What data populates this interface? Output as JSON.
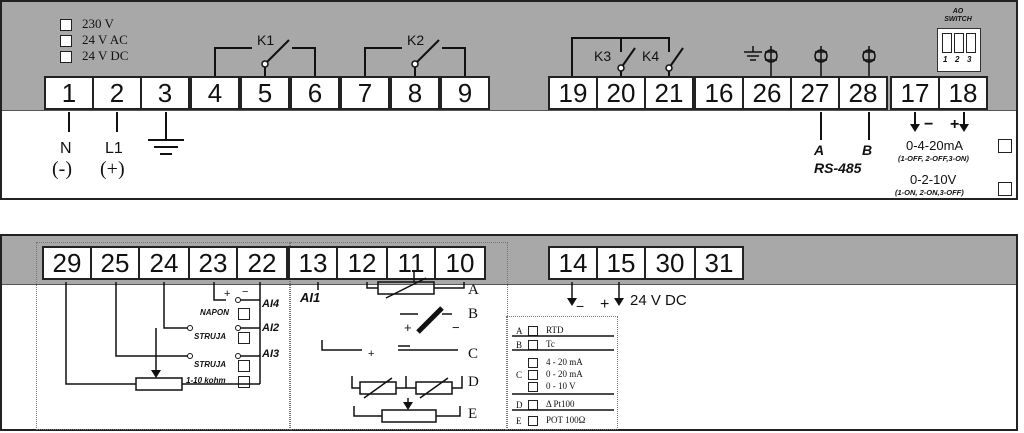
{
  "top": {
    "supply_options": [
      "230 V",
      "24 V AC",
      "24 V DC"
    ],
    "terminals_group1": [
      "1",
      "2",
      "3",
      "4",
      "5",
      "6",
      "7",
      "8",
      "9"
    ],
    "terminals_group2": [
      "19",
      "20",
      "21",
      "16",
      "26",
      "27",
      "28",
      "17",
      "18"
    ],
    "relay_k1": "K1",
    "relay_k2": "K2",
    "relay_k3": "K3",
    "relay_k4": "K4",
    "n_label": "N",
    "n_sign": "(-)",
    "l1_label": "L1",
    "l1_sign": "(+)",
    "ao_switch_title": "AO\nSWITCH",
    "ao_switch_numbers": [
      "1",
      "2",
      "3"
    ],
    "rs485_a": "A",
    "rs485_b": "B",
    "rs485_label": "RS-485",
    "ao_minus": "−",
    "ao_plus": "+",
    "ao_range1": "0-4-20mA",
    "ao_range1_cfg": "(1-OFF, 2-OFF,3-ON)",
    "ao_range2": "0-2-10V",
    "ao_range2_cfg": "(1-ON, 2-ON,3-OFF)"
  },
  "bottom": {
    "terminals_group1": [
      "29",
      "25",
      "24",
      "23",
      "22",
      "13",
      "12",
      "11",
      "10"
    ],
    "terminals_group2": [
      "14",
      "15",
      "30",
      "31"
    ],
    "supply_minus": "−",
    "supply_plus": "+",
    "supply_label": "24 V DC",
    "plus": "+",
    "minus": "−",
    "ai4": "AI4",
    "ai2": "AI2",
    "ai3": "AI3",
    "ai1": "AI1",
    "napon": "NAPON",
    "struja1": "STRUJA",
    "struja2": "STRUJA",
    "pot": "1-10 kohm",
    "letters": [
      "A",
      "B",
      "C",
      "D",
      "E"
    ],
    "legend": {
      "A": "RTD",
      "B": "Tc",
      "C": [
        "4 - 20 mA",
        "0 - 20 mA",
        "0 - 10 V"
      ],
      "D": "Δ Pt100",
      "E": "POT 100Ω"
    }
  }
}
